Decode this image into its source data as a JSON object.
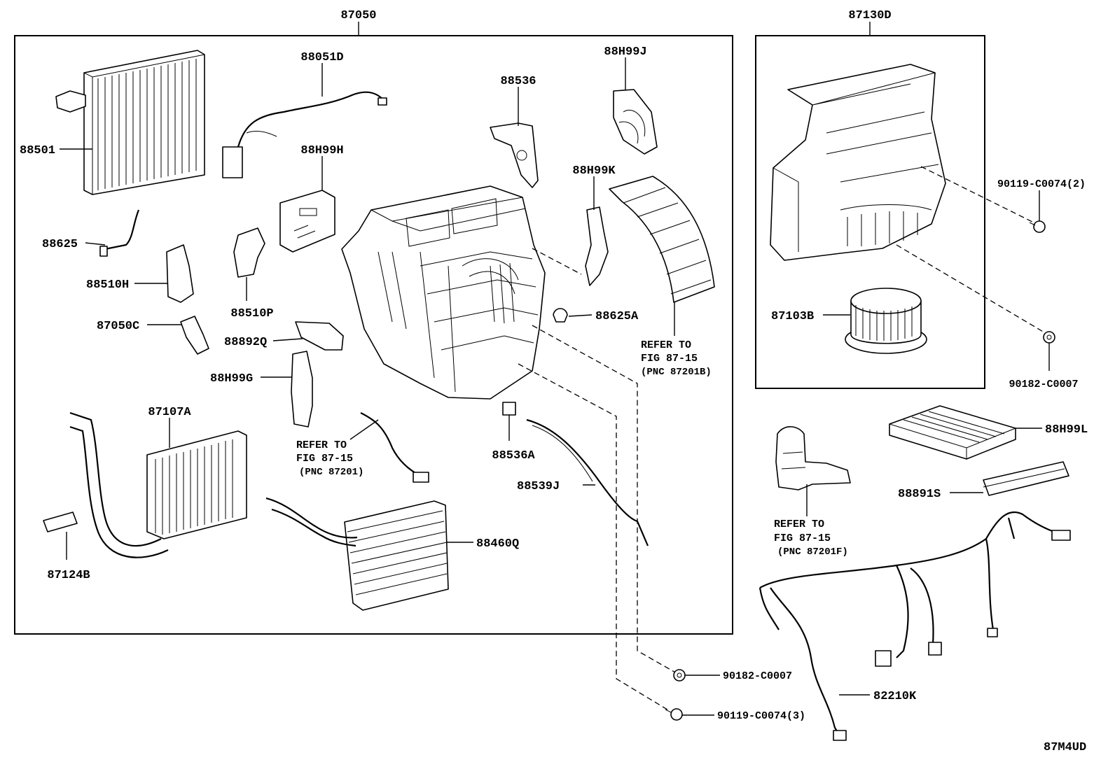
{
  "diagram": {
    "code": "87M4UD",
    "assemblies": [
      {
        "pnc": "87050"
      },
      {
        "pnc": "87130D"
      }
    ],
    "parts": [
      {
        "id": "p88501",
        "label": "88501"
      },
      {
        "id": "p88051D",
        "label": "88051D"
      },
      {
        "id": "p88536",
        "label": "88536"
      },
      {
        "id": "p88H99J",
        "label": "88H99J"
      },
      {
        "id": "p88H99H",
        "label": "88H99H"
      },
      {
        "id": "p88H99K",
        "label": "88H99K"
      },
      {
        "id": "p88625",
        "label": "88625"
      },
      {
        "id": "p88510H",
        "label": "88510H"
      },
      {
        "id": "p88510P",
        "label": "88510P"
      },
      {
        "id": "p88625A",
        "label": "88625A"
      },
      {
        "id": "p87050C",
        "label": "87050C"
      },
      {
        "id": "p88892Q",
        "label": "88892Q"
      },
      {
        "id": "p88H99G",
        "label": "88H99G"
      },
      {
        "id": "p87107A",
        "label": "87107A"
      },
      {
        "id": "p88536A",
        "label": "88536A"
      },
      {
        "id": "p88539J",
        "label": "88539J"
      },
      {
        "id": "p88460Q",
        "label": "88460Q"
      },
      {
        "id": "p87124B",
        "label": "87124B"
      },
      {
        "id": "p90119a",
        "label": "90119-C0074(2)"
      },
      {
        "id": "p87103B",
        "label": "87103B"
      },
      {
        "id": "p90182a",
        "label": "90182-C0007"
      },
      {
        "id": "p88H99L",
        "label": "88H99L"
      },
      {
        "id": "p88891S",
        "label": "88891S"
      },
      {
        "id": "p90182b",
        "label": "90182-C0007"
      },
      {
        "id": "p82210K",
        "label": "82210K"
      },
      {
        "id": "p90119b",
        "label": "90119-C0074(3)"
      }
    ],
    "references": [
      {
        "line1": "REFER TO",
        "line2": "FIG 87-15",
        "line3": "(PNC 87201B)"
      },
      {
        "line1": "REFER TO",
        "line2": "FIG 87-15",
        "line3": "(PNC 87201)"
      },
      {
        "line1": "REFER TO",
        "line2": "FIG 87-15",
        "line3": "(PNC 87201F)"
      }
    ]
  }
}
